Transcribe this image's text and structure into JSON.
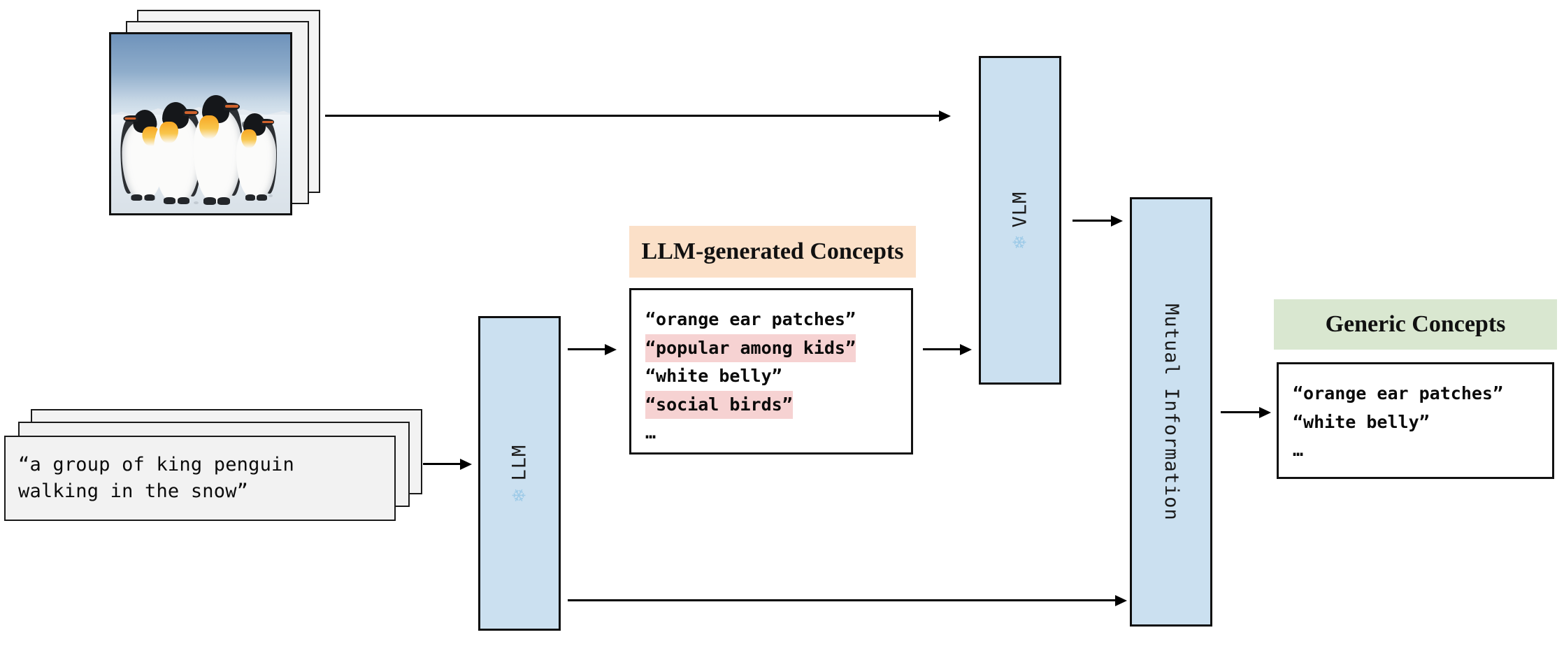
{
  "diagram": {
    "title": "LLM-generated concept filtering pipeline",
    "colors": {
      "model_block_fill": "#cbe0f0",
      "model_block_border": "#0f0f0f",
      "banner_orange": "#fbe0c8",
      "banner_green": "#d9e7d0",
      "highlight_pink": "#f6d2d2",
      "caption_fill": "#f2f2f2",
      "arrow": "#000000"
    }
  },
  "image_stack": {
    "name": "penguin-photo-stack",
    "alt": "four king penguins walking on snow",
    "count": 3
  },
  "caption_stack": {
    "name": "caption-stack",
    "count": 3,
    "text": "“a group of king penguin\nwalking in the snow”"
  },
  "models": {
    "llm": {
      "label": "LLM",
      "frozen_icon": "snowflake-icon",
      "frozen_glyph": "❄"
    },
    "vlm": {
      "label": "VLM",
      "frozen_icon": "snowflake-icon",
      "frozen_glyph": "❄"
    },
    "mutual_information": {
      "label": "Mutual Information"
    }
  },
  "llm_concepts": {
    "banner": "LLM-generated Concepts",
    "items": [
      {
        "text": "“orange ear patches”",
        "highlighted": false
      },
      {
        "text": "“popular among kids”",
        "highlighted": true
      },
      {
        "text": "“white belly”",
        "highlighted": false
      },
      {
        "text": "“social birds”",
        "highlighted": true
      }
    ],
    "ellipsis": "…"
  },
  "generic_concepts": {
    "banner": "Generic Concepts",
    "items": [
      {
        "text": "“orange ear patches”",
        "highlighted": false
      },
      {
        "text": "“white belly”",
        "highlighted": false
      }
    ],
    "ellipsis": "…"
  },
  "arrows": [
    {
      "name": "arrow-images-to-vlm",
      "from": "image-stack",
      "to": "vlm-block"
    },
    {
      "name": "arrow-captions-to-llm",
      "from": "caption-stack",
      "to": "llm-block"
    },
    {
      "name": "arrow-llm-to-concepts",
      "from": "llm-block",
      "to": "llm-concepts-box"
    },
    {
      "name": "arrow-concepts-to-vlm",
      "from": "llm-concepts-box",
      "to": "vlm-block"
    },
    {
      "name": "arrow-vlm-to-mi",
      "from": "vlm-block",
      "to": "mutual-information-block"
    },
    {
      "name": "arrow-llm-to-mi",
      "from": "llm-block",
      "to": "mutual-information-block"
    },
    {
      "name": "arrow-mi-to-generic",
      "from": "mutual-information-block",
      "to": "generic-concepts-box"
    }
  ]
}
